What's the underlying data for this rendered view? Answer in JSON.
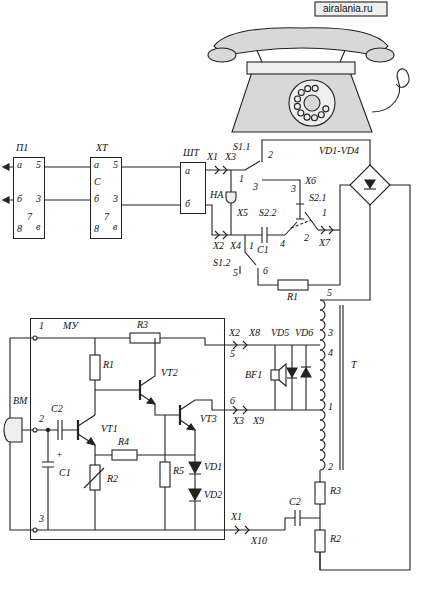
{
  "diagram": {
    "nodes": [
      {
        "text": [
          "П1",
          "а",
          "5",
          "б",
          "3",
          "7",
          "в",
          "8"
        ]
      },
      {
        "text": [
          "ХТ",
          "а",
          "5",
          "С",
          "б",
          "3",
          "7",
          "в",
          "8"
        ]
      },
      {
        "text": [
          "ШТ",
          "а",
          "б"
        ]
      },
      {
        "text": [
          "МУ"
        ]
      }
    ],
    "edges": [
      {
        "from": 0,
        "to": 1,
        "arrow": "none"
      },
      {
        "from": 0,
        "to": 1,
        "arrow": "none"
      },
      {
        "from": 1,
        "to": 2,
        "arrow": "none"
      },
      {
        "from": 1,
        "to": 2,
        "arrow": "none"
      }
    ],
    "labels": [
      "airalania.ru",
      "S1.1",
      "1",
      "2",
      "3",
      "X1",
      "X3",
      "НА",
      "X6",
      "3",
      "S2.2",
      "S2.1",
      "4",
      "1",
      "2",
      "X5",
      "X7",
      "X2",
      "X4",
      "C1",
      "S1.2",
      "1",
      "5",
      "6",
      "R1",
      "VD1-VD4",
      "5",
      "3",
      "4",
      "Т",
      "1",
      "2",
      "R3",
      "C2",
      "R2",
      "1",
      "R3",
      "X2",
      "X8",
      "5",
      "BF1",
      "VD5",
      "VD6",
      "6",
      "X3",
      "X9",
      "R1",
      "VT2",
      "VT3",
      "2",
      "ВМ",
      "C2",
      "VT1",
      "R4",
      "R2",
      "R5",
      "VD1",
      "VD2",
      "+",
      "C1",
      "3",
      "X1",
      "X10"
    ]
  }
}
